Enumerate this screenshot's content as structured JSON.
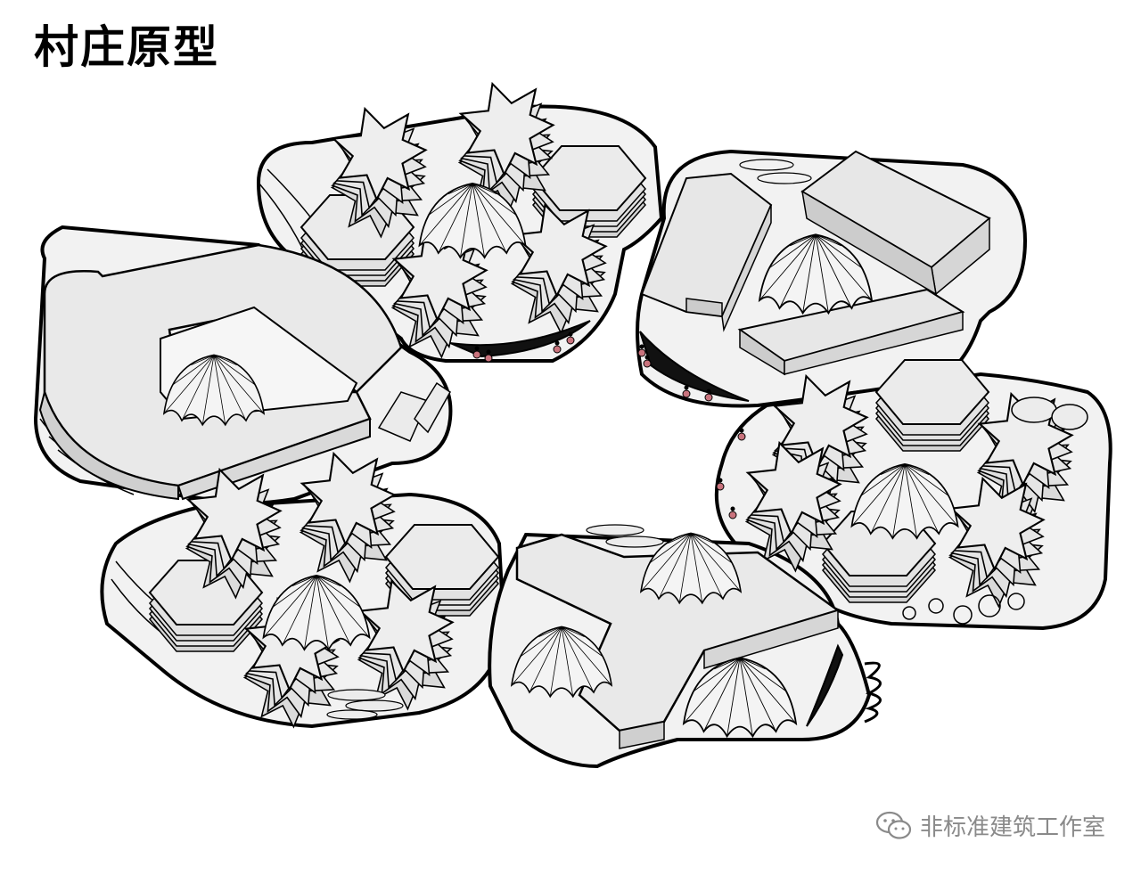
{
  "page": {
    "title": "村庄原型"
  },
  "watermark": {
    "text": "非标准建筑工作室",
    "icon": "wechat-icon"
  },
  "colors": {
    "background": "#ffffff",
    "outline": "#000000",
    "surface": "#f2f2f2",
    "roof": "#e9e9e9",
    "wall": "#d3d3d3",
    "people": "#c9737d",
    "watermark": "#8a8a8a"
  },
  "clusters": [
    {
      "name": "north",
      "buildings": [
        "hexagon-stack",
        "hexagon-stack",
        "star-stack",
        "star-stack",
        "star-stack",
        "star-stack",
        "dome-tent"
      ]
    },
    {
      "name": "north-east",
      "buildings": [
        "slab",
        "slab",
        "slab",
        "dome-tent"
      ]
    },
    {
      "name": "west",
      "buildings": [
        "hexagon-ring",
        "dome-tent"
      ]
    },
    {
      "name": "east",
      "buildings": [
        "hexagon-stack",
        "hexagon-stack",
        "star-stack",
        "star-stack",
        "star-stack",
        "star-stack",
        "dome-tent"
      ]
    },
    {
      "name": "south-west",
      "buildings": [
        "hexagon-stack",
        "hexagon-stack",
        "star-stack",
        "star-stack",
        "star-stack",
        "star-stack",
        "dome-tent"
      ]
    },
    {
      "name": "south",
      "buildings": [
        "y-block",
        "dome-tent",
        "dome-tent",
        "dome-tent"
      ]
    }
  ]
}
